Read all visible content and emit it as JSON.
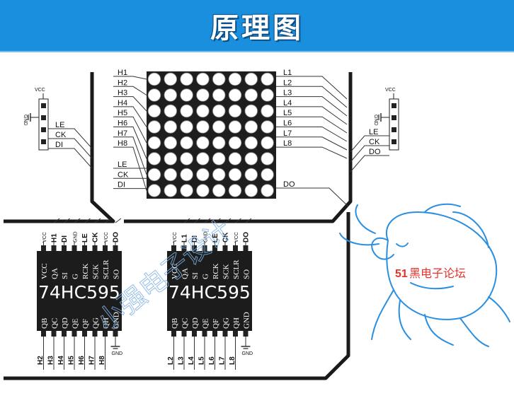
{
  "header": {
    "title": "原理图",
    "bg_color": "#1a8fde"
  },
  "matrix": {
    "rows": 8,
    "cols": 8,
    "left_labels": [
      "H1",
      "H2",
      "H3",
      "H4",
      "H5",
      "H6",
      "H7",
      "H8"
    ],
    "right_labels": [
      "L1",
      "L2",
      "L3",
      "L4",
      "L5",
      "L6",
      "L7",
      "L8"
    ],
    "bottom_left_labels": [
      "LE",
      "CK",
      "DI"
    ],
    "bottom_right_label": "DO"
  },
  "connector_left": {
    "vcc": "VCC",
    "gnd": "GND",
    "labels": [
      "LE",
      "CK",
      "DI"
    ]
  },
  "connector_right": {
    "vcc": "VCC",
    "gnd": "GND",
    "labels": [
      "LE",
      "CK",
      "DO"
    ]
  },
  "chips": [
    {
      "name": "74HC595",
      "top_signals": [
        "VCC",
        "H1",
        "DI",
        "GND",
        "LE",
        "CK",
        "VCC",
        "DO"
      ],
      "top_pins": [
        "VCC",
        "QA",
        "SI",
        "G",
        "RCK",
        "SCK",
        "SCLR",
        "SO"
      ],
      "bottom_pins": [
        "QB",
        "QC",
        "QD",
        "QE",
        "QF",
        "QG",
        "QH",
        "GND"
      ],
      "bottom_signals": [
        "H2",
        "H3",
        "H4",
        "H5",
        "H6",
        "H7",
        "H8",
        "GND"
      ]
    },
    {
      "name": "74HC595",
      "top_signals": [
        "VCC",
        "L1",
        "DI",
        "GND",
        "LE",
        "CK",
        "VCC",
        "DO"
      ],
      "top_pins": [
        "VCC",
        "QA",
        "SI",
        "G",
        "RCK",
        "SCK",
        "SCLR",
        "SO"
      ],
      "bottom_pins": [
        "QB",
        "QC",
        "QD",
        "QE",
        "QF",
        "QG",
        "QH",
        "GND"
      ],
      "bottom_signals": [
        "L2",
        "L3",
        "L4",
        "L5",
        "L6",
        "L7",
        "L8",
        "GND"
      ]
    }
  ],
  "logo": {
    "text_num": "51",
    "text_cn": "黑电子论坛",
    "num_color": "#e8312a",
    "cn_color": "#e8312a"
  },
  "watermark": {
    "text": "小强电子设计",
    "color": "#7fb2e3"
  }
}
